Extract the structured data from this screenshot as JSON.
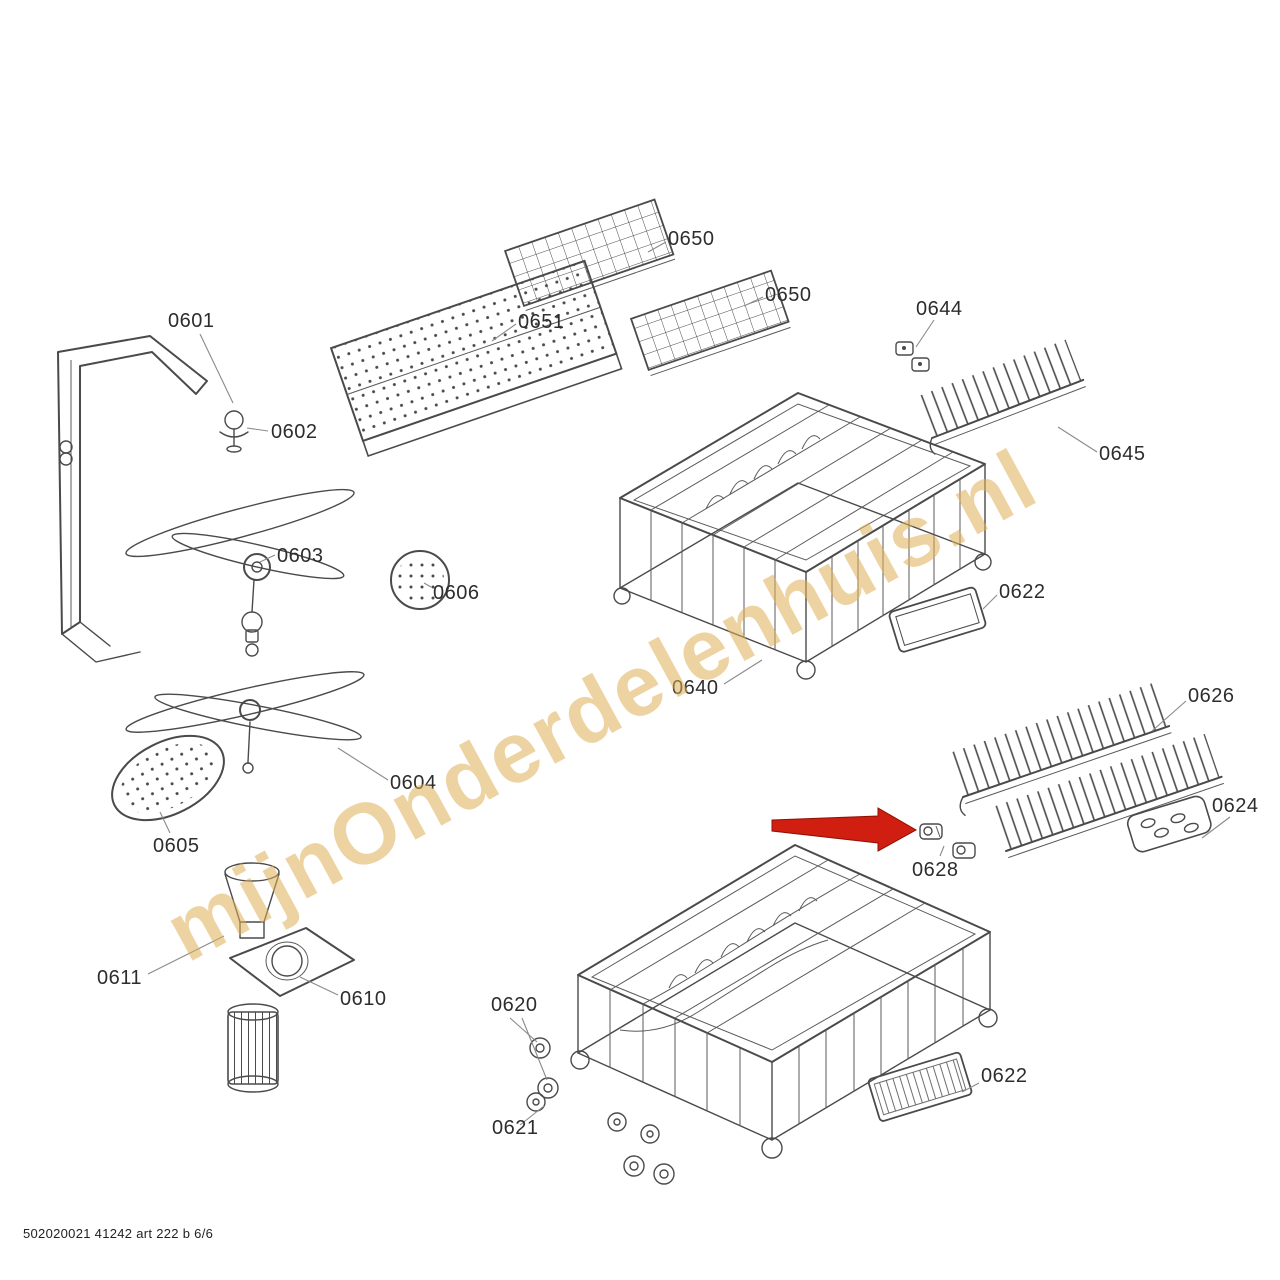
{
  "watermark": {
    "text": "mijnOnderdelenhuis.nl",
    "color": "#e0ae56"
  },
  "footer": {
    "text": "502020021 41242 art 222 b 6/6"
  },
  "arrow": {
    "color": "#d01f10",
    "target_part": "0628"
  },
  "parts": {
    "p0601": "0601",
    "p0602": "0602",
    "p0603": "0603",
    "p0604": "0604",
    "p0605": "0605",
    "p0606": "0606",
    "p0610": "0610",
    "p0611": "0611",
    "p0620": "0620",
    "p0621": "0621",
    "p0622a": "0622",
    "p0622b": "0622",
    "p0624": "0624",
    "p0626": "0626",
    "p0628": "0628",
    "p0640": "0640",
    "p0644": "0644",
    "p0645": "0645",
    "p0650a": "0650",
    "p0650b": "0650",
    "p0651": "0651"
  }
}
